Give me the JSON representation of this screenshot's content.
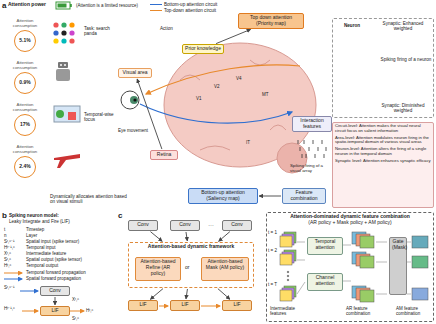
{
  "diagram": {
    "nodes": [
      {
        "text": [
          "Attention consumption",
          "5.1%"
        ]
      },
      {
        "text": [
          "Attention consumption",
          "0.9%"
        ]
      },
      {
        "text": [
          "Attention consumption",
          "17%"
        ]
      },
      {
        "text": [
          "Attention consumption",
          "2.4%"
        ]
      },
      {
        "text": [
          "Visual area"
        ]
      },
      {
        "text": [
          "Prior knowledge"
        ]
      },
      {
        "text": [
          "Top down attention (Priority map)"
        ]
      },
      {
        "text": [
          "Bottom-up attention (Saliency map)"
        ]
      },
      {
        "text": [
          "Interaction features"
        ]
      },
      {
        "text": [
          "Feature combination"
        ]
      },
      {
        "text": [
          "Retina"
        ]
      },
      {
        "text": [
          "Synaptic: Enhanced weighted",
          "Neuron",
          "Spiking firing of a neuron",
          "Synaptic: Diminished weighted"
        ]
      },
      {
        "text": [
          "Circuit-level: Attention makes the visual neural circuit focus on salient information",
          "Area-level: Attention modulates neuron firing in the spatio-temporal domain of various visual areas",
          "Neuron-level: Attention alters the firing of a single neuron in the temporal domain",
          "Synaptic level: Attention enhances synaptic efficacy"
        ]
      },
      {
        "text": [
          "Conv"
        ]
      },
      {
        "text": [
          "LIF"
        ]
      },
      {
        "text": [
          "Conv"
        ]
      },
      {
        "text": [
          "Conv"
        ]
      },
      {
        "text": [
          "Conv"
        ]
      },
      {
        "text": [
          "Attention-based dynamic framework"
        ]
      },
      {
        "text": [
          "Attention-based Refine (AR policy)"
        ],
        "in": 18
      },
      {
        "text": [
          "Attention-based Mask (AM policy)"
        ],
        "in": 18
      },
      {
        "text": [
          "LIF"
        ]
      },
      {
        "text": [
          "LIF"
        ]
      },
      {
        "text": [
          "LIF"
        ]
      },
      {
        "text": [
          "Attention-dominated dynamic feature combination",
          "(AR policy + Mask policy + AM policy)"
        ]
      },
      {
        "text": [
          "Temporal attention"
        ],
        "in": 24
      },
      {
        "text": [
          "Channel attention"
        ],
        "in": 24
      },
      {
        "text": [
          "Gate (Mask)"
        ],
        "in": 24
      }
    ],
    "edges": [
      {
        "from": 10,
        "to": 4,
        "arrow": "to"
      },
      {
        "from": 5,
        "to": 6,
        "arrow": "to"
      },
      {
        "from": 9,
        "to": 7,
        "arrow": "to"
      },
      {
        "from": 13,
        "to": 14,
        "arrow": "to"
      },
      {
        "from": 15,
        "to": 18,
        "arrow": "to"
      },
      {
        "from": 16,
        "to": 18,
        "arrow": "to"
      },
      {
        "from": 17,
        "to": 18,
        "arrow": "to"
      },
      {
        "from": 18,
        "to": 21,
        "arrow": "to"
      },
      {
        "from": 18,
        "to": 22,
        "arrow": "to"
      },
      {
        "from": 18,
        "to": 23,
        "arrow": "to"
      }
    ],
    "labels": [
      "a",
      "Attention power",
      "(Attention is a limited resource)",
      "Task: search panda",
      "Temporal-wise focus",
      "Dynamically allocates attention based on visual stimuli",
      "Eye movement",
      "Action",
      "Spiking firing of a visual array",
      "V1",
      "V2",
      "V4",
      "MT",
      "IT",
      "b",
      "Spiking neuron model:",
      "Leaky Integrate and Fire (LIF)",
      "t",
      "Timestep",
      "n",
      "Layer",
      "Sᵗ,ⁿ⁻¹",
      "Spatial input (spike tensor)",
      "Hᵗ⁻¹,ⁿ",
      "Temporal input",
      "Xᵗ,ⁿ",
      "Intermediate feature",
      "Sᵗ,ⁿ",
      "Spatial output (spike tensor)",
      "Hᵗ,ⁿ",
      "Temporal output",
      "Temporal forward propagation",
      "Spatial forward propagation",
      "Sᵗ,ⁿ⁻¹",
      "Xᵗ,ⁿ",
      "Hᵗ⁻¹,ⁿ",
      "Hᵗ,ⁿ",
      "Sᵗ,ⁿ",
      "c",
      "or",
      "…",
      "t = 1",
      "t = 2",
      "t = T",
      "Intermediate features",
      "AR feature combination",
      "AM feature combination"
    ],
    "legend": [
      {
        "text": "Bottom-up attention circuit",
        "color": "#2f6fd0"
      },
      {
        "text": "Top-down attention circuit",
        "color": "#e8892b"
      }
    ]
  }
}
